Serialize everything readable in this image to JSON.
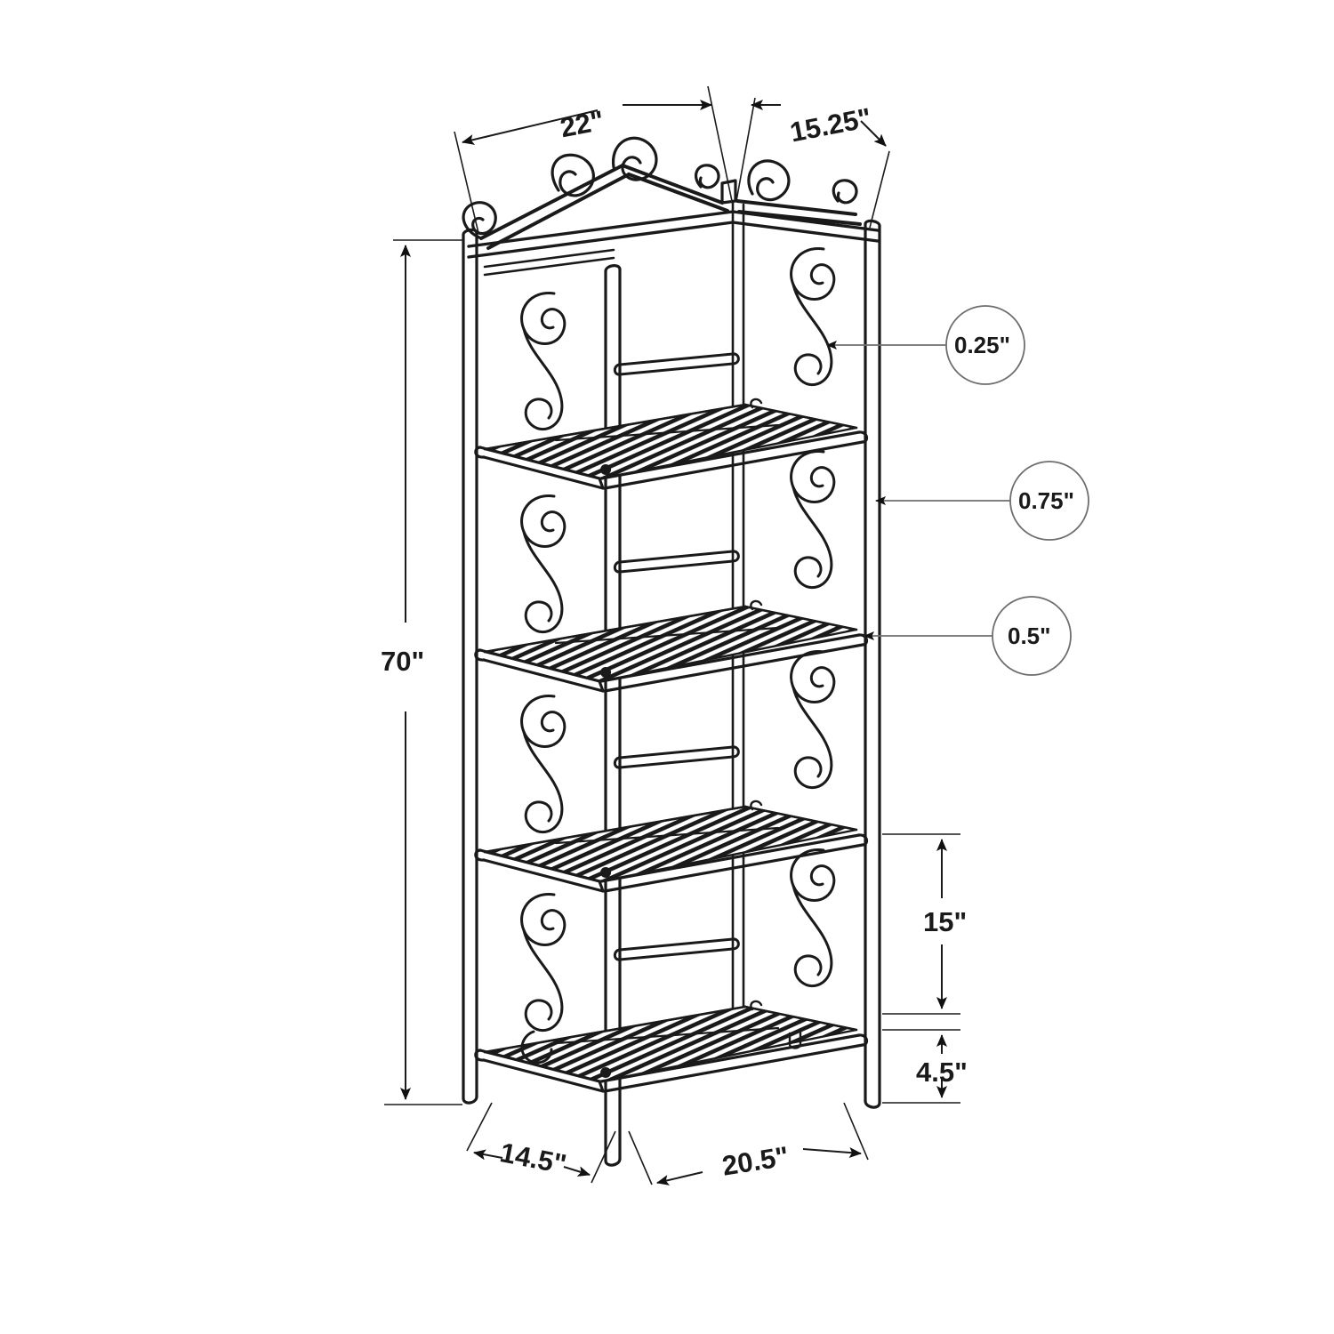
{
  "drawing": {
    "title": "Metal Scroll Etagere Bookcase Dimensioned Technical Drawing",
    "object": "4-shelf wrought-iron scroll bookcase / etagere",
    "background_color": "#ffffff",
    "line_color": "#1a1a1a",
    "leader_color": "#6e6e6e",
    "units": "inches"
  },
  "dimensions": {
    "top_width": "22\"",
    "top_depth": "15.25\"",
    "total_height": "70\"",
    "shelf_gap": "15\"",
    "bottom_clearance": "4.5\"",
    "base_depth": "14.5\"",
    "base_width": "20.5\""
  },
  "callouts": [
    {
      "label": "0.25\"",
      "target": "scroll-wire-diameter"
    },
    {
      "label": "0.75\"",
      "target": "corner-post-diameter"
    },
    {
      "label": "0.5\"",
      "target": "shelf-rail-diameter"
    }
  ],
  "structure": {
    "shelf_count": 4,
    "shelf_type": "wire-grid",
    "side_panel_motif": "s-scroll",
    "crown_motif": "scroll-crest",
    "post_count": 4
  }
}
